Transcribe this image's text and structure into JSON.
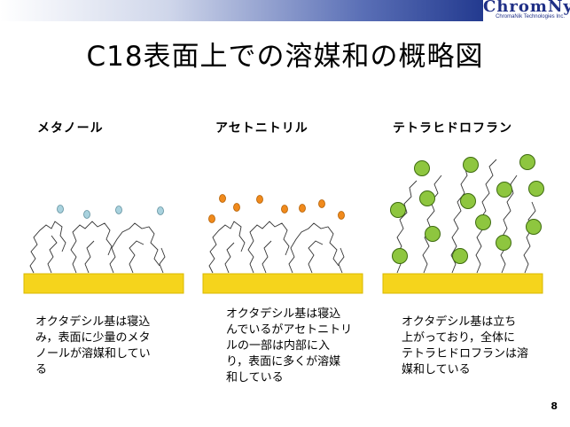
{
  "slide": {
    "title": "C18表面上での溶媒和の概略図",
    "page_number": "8"
  },
  "logo": {
    "text": "ChromNyk",
    "subtext": "ChromaNik Technologies Inc."
  },
  "panels": [
    {
      "label": "メタノール",
      "caption_lines": [
        "オクタデシル基は寝込",
        "み，表面に少量のメタ",
        "ノールが溶媒和してい",
        "る"
      ]
    },
    {
      "label": "アセトニトリル",
      "caption_lines": [
        "オクタデシル基は寝込",
        "んでいるがアセトニトリ",
        "ルの一部は内部に入",
        "り，表面に多くが溶媒",
        "和している"
      ]
    },
    {
      "label": "テトラヒドロフラン",
      "caption_lines": [
        "オクタデシル基は立ち",
        "上がっており，全体に",
        "テトラヒドロフランは溶",
        "媒和している"
      ]
    }
  ],
  "colors": {
    "surface": "#f5d41c",
    "methanol": "#a9d2de",
    "acetonitrile": "#f08a1c",
    "thf": "#8ec63f",
    "header_dark": "#233a8f"
  }
}
